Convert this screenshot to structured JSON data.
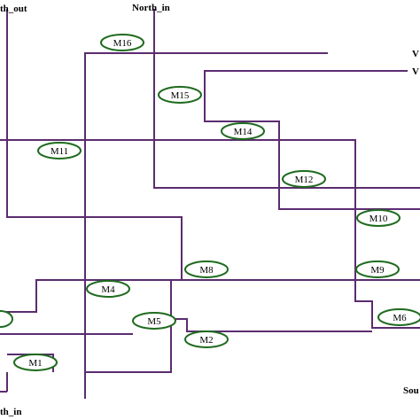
{
  "ports": {
    "north_out": "th_out",
    "north_in": "North_in",
    "v_top": "V",
    "v_second": "V",
    "south_in": "th_in",
    "south_right": "Sou"
  },
  "transistors": {
    "m16": "M16",
    "m15": "M15",
    "m14": "M14",
    "m12": "M12",
    "m11": "M11",
    "m10": "M10",
    "m9": "M9",
    "m8": "M8",
    "m6": "M6",
    "m5": "M5",
    "m4": "M4",
    "m2": "M2",
    "m1": "M1"
  },
  "colors": {
    "wire": "#5b2c6f",
    "node_outline": "#1e6b1e"
  }
}
